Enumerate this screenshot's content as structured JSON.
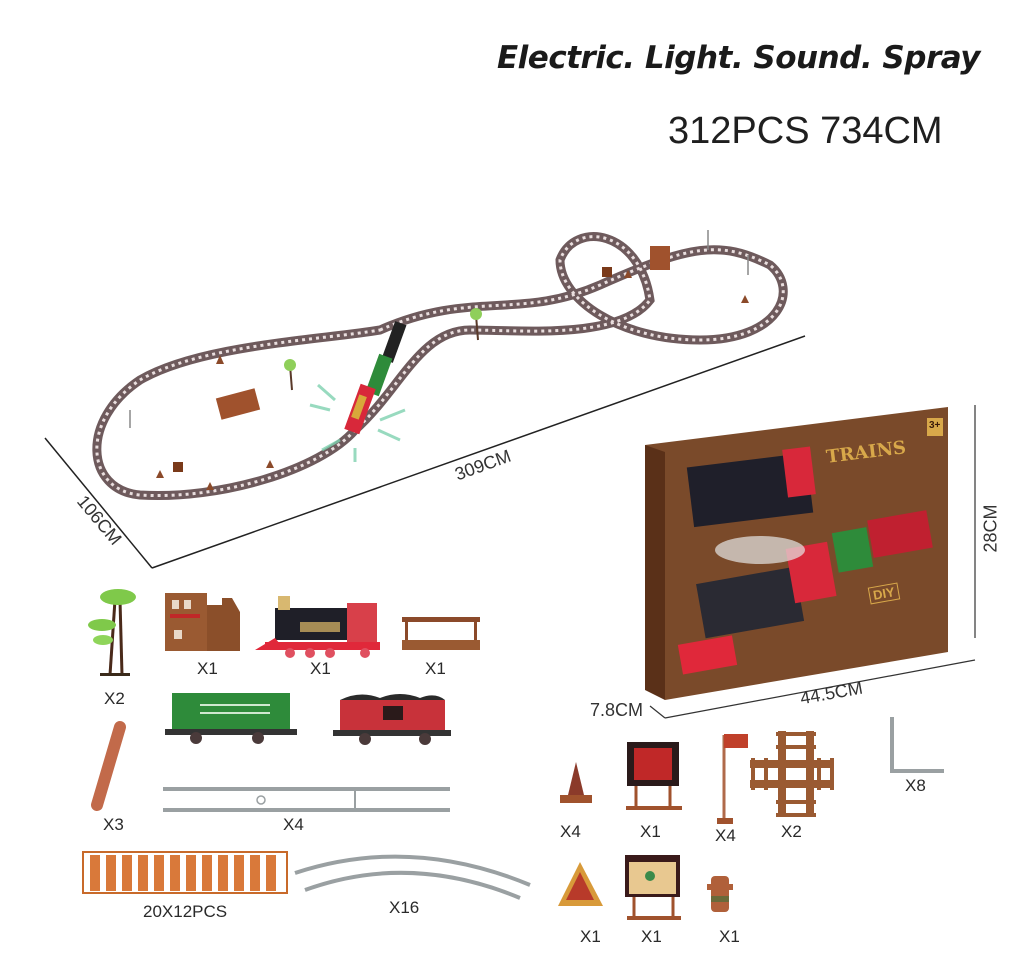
{
  "header": {
    "features": "Electric. Light. Sound. Spray",
    "summary": "312PCS 734CM"
  },
  "layout_dimensions": {
    "length": "309CM",
    "width": "106CM"
  },
  "box_dimensions": {
    "width": "44.5CM",
    "height": "28CM",
    "depth": "7.8CM",
    "brand": "TRAINS",
    "age": "3+",
    "badge": "DIY"
  },
  "parts": [
    {
      "name": "palm-tree",
      "qty": "X2"
    },
    {
      "name": "station-building",
      "qty": "X1"
    },
    {
      "name": "steam-locomotive",
      "qty": "X1"
    },
    {
      "name": "platform-bench",
      "qty": "X1"
    },
    {
      "name": "green-livestock-car",
      "qty": ""
    },
    {
      "name": "red-coal-car",
      "qty": ""
    },
    {
      "name": "wood-log",
      "qty": "X3"
    },
    {
      "name": "straight-rail",
      "qty": "X4"
    },
    {
      "name": "sleeper-sheet",
      "qty": "20X12PCS"
    },
    {
      "name": "curved-rail",
      "qty": "X16"
    },
    {
      "name": "traffic-cone",
      "qty": "X4"
    },
    {
      "name": "billboard-red",
      "qty": "X1"
    },
    {
      "name": "flag-pole",
      "qty": "X4"
    },
    {
      "name": "cross-track",
      "qty": "X2"
    },
    {
      "name": "rail-connector",
      "qty": "X8"
    },
    {
      "name": "warning-sign",
      "qty": "X1"
    },
    {
      "name": "billboard-picture",
      "qty": "X1"
    },
    {
      "name": "fire-hydrant",
      "qty": "X1"
    }
  ],
  "colors": {
    "track": "#6e5a5c",
    "wood": "#a0522d",
    "locomotive_red": "#d8283a",
    "wagon_green": "#2e8b3a",
    "box_brown": "#7a4a2a",
    "rail_gray": "#9aa0a2",
    "sleeper_orange": "#d9793a"
  }
}
